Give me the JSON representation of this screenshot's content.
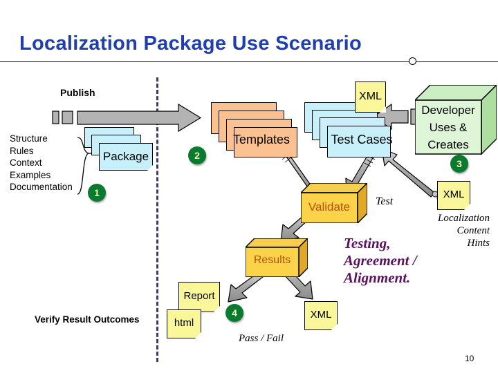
{
  "slide": {
    "title": "Localization Package Use Scenario",
    "page_number": "10",
    "title_color": "#1F3FAF",
    "divider_color": "#3B3B63"
  },
  "left_panel": {
    "publish_label": "Publish",
    "inputs_list": "Structure\nRules\nContext\nExamples\nDocumentation",
    "inputs": [
      "Structure",
      "Rules",
      "Context",
      "Examples",
      "Documentation"
    ],
    "package_label": "Package",
    "verify_label": "Verify Result Outcomes",
    "step_1": "1"
  },
  "templates": {
    "label": "Templates",
    "step_2": "2",
    "color": "#FBC190"
  },
  "test_cases": {
    "label": "Test Cases",
    "xml_note": "XML",
    "color": "#C8F0FB"
  },
  "developer": {
    "label_line1": "Developer",
    "label_line2": "Uses &",
    "label_line3": "Creates",
    "step_3": "3",
    "color": "#CBEFC2"
  },
  "validate": {
    "label": "Validate",
    "test_label": "Test",
    "color": "#FBD349",
    "text_color": "#B8500A"
  },
  "results": {
    "label": "Results",
    "step_4": "4",
    "report_note": "Report",
    "html_note": "html",
    "xml_note": "XML",
    "pass_fail_label": "Pass / Fail",
    "color": "#FBD349",
    "text_color": "#B8500A"
  },
  "right_captions": {
    "xml_note": "XML",
    "line1": "Localization",
    "line2": "Content",
    "line3": "Hints",
    "emphasis_line1": "Testing,",
    "emphasis_line2": "Agreement /",
    "emphasis_line3": "Alignment.",
    "emphasis_color": "#5B1060"
  }
}
